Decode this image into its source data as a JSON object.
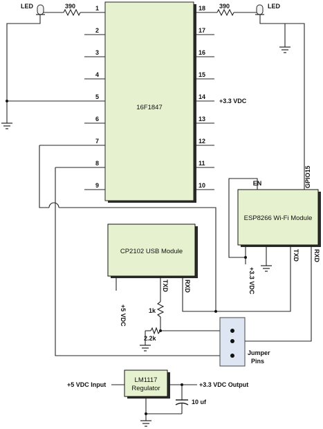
{
  "chip": {
    "name": "16F1847",
    "pins_left": [
      "1",
      "2",
      "3",
      "4",
      "5",
      "6",
      "7",
      "8",
      "9"
    ],
    "pins_right": [
      "18",
      "17",
      "16",
      "15",
      "14",
      "13",
      "12",
      "11",
      "10"
    ]
  },
  "labels": {
    "led_left": "LED",
    "led_right": "LED",
    "r_left": "390",
    "r_right": "390",
    "pin14_supply": "+3.3 VDC",
    "gpio15": "GPIO15",
    "en": "EN",
    "esp_name": "ESP8266 Wi-Fi Module",
    "esp_33v": "+3.3 VDC",
    "esp_txd": "TXD",
    "esp_rxd": "RXD",
    "cp_name": "CP2102 USB Module",
    "cp_5v": "+5 VDC",
    "cp_txd": "TXD",
    "cp_rxd": "RXD",
    "r_1k": "1k",
    "r_2k2": "2.2k",
    "jumper_line1": "Jumper",
    "jumper_line2": "Pins",
    "reg_input": "+5 VDC Input",
    "reg_name_line1": "LM1117",
    "reg_name_line2": "Regulator",
    "reg_output": "+3.3 VDC Output",
    "cap": "10 uf"
  }
}
